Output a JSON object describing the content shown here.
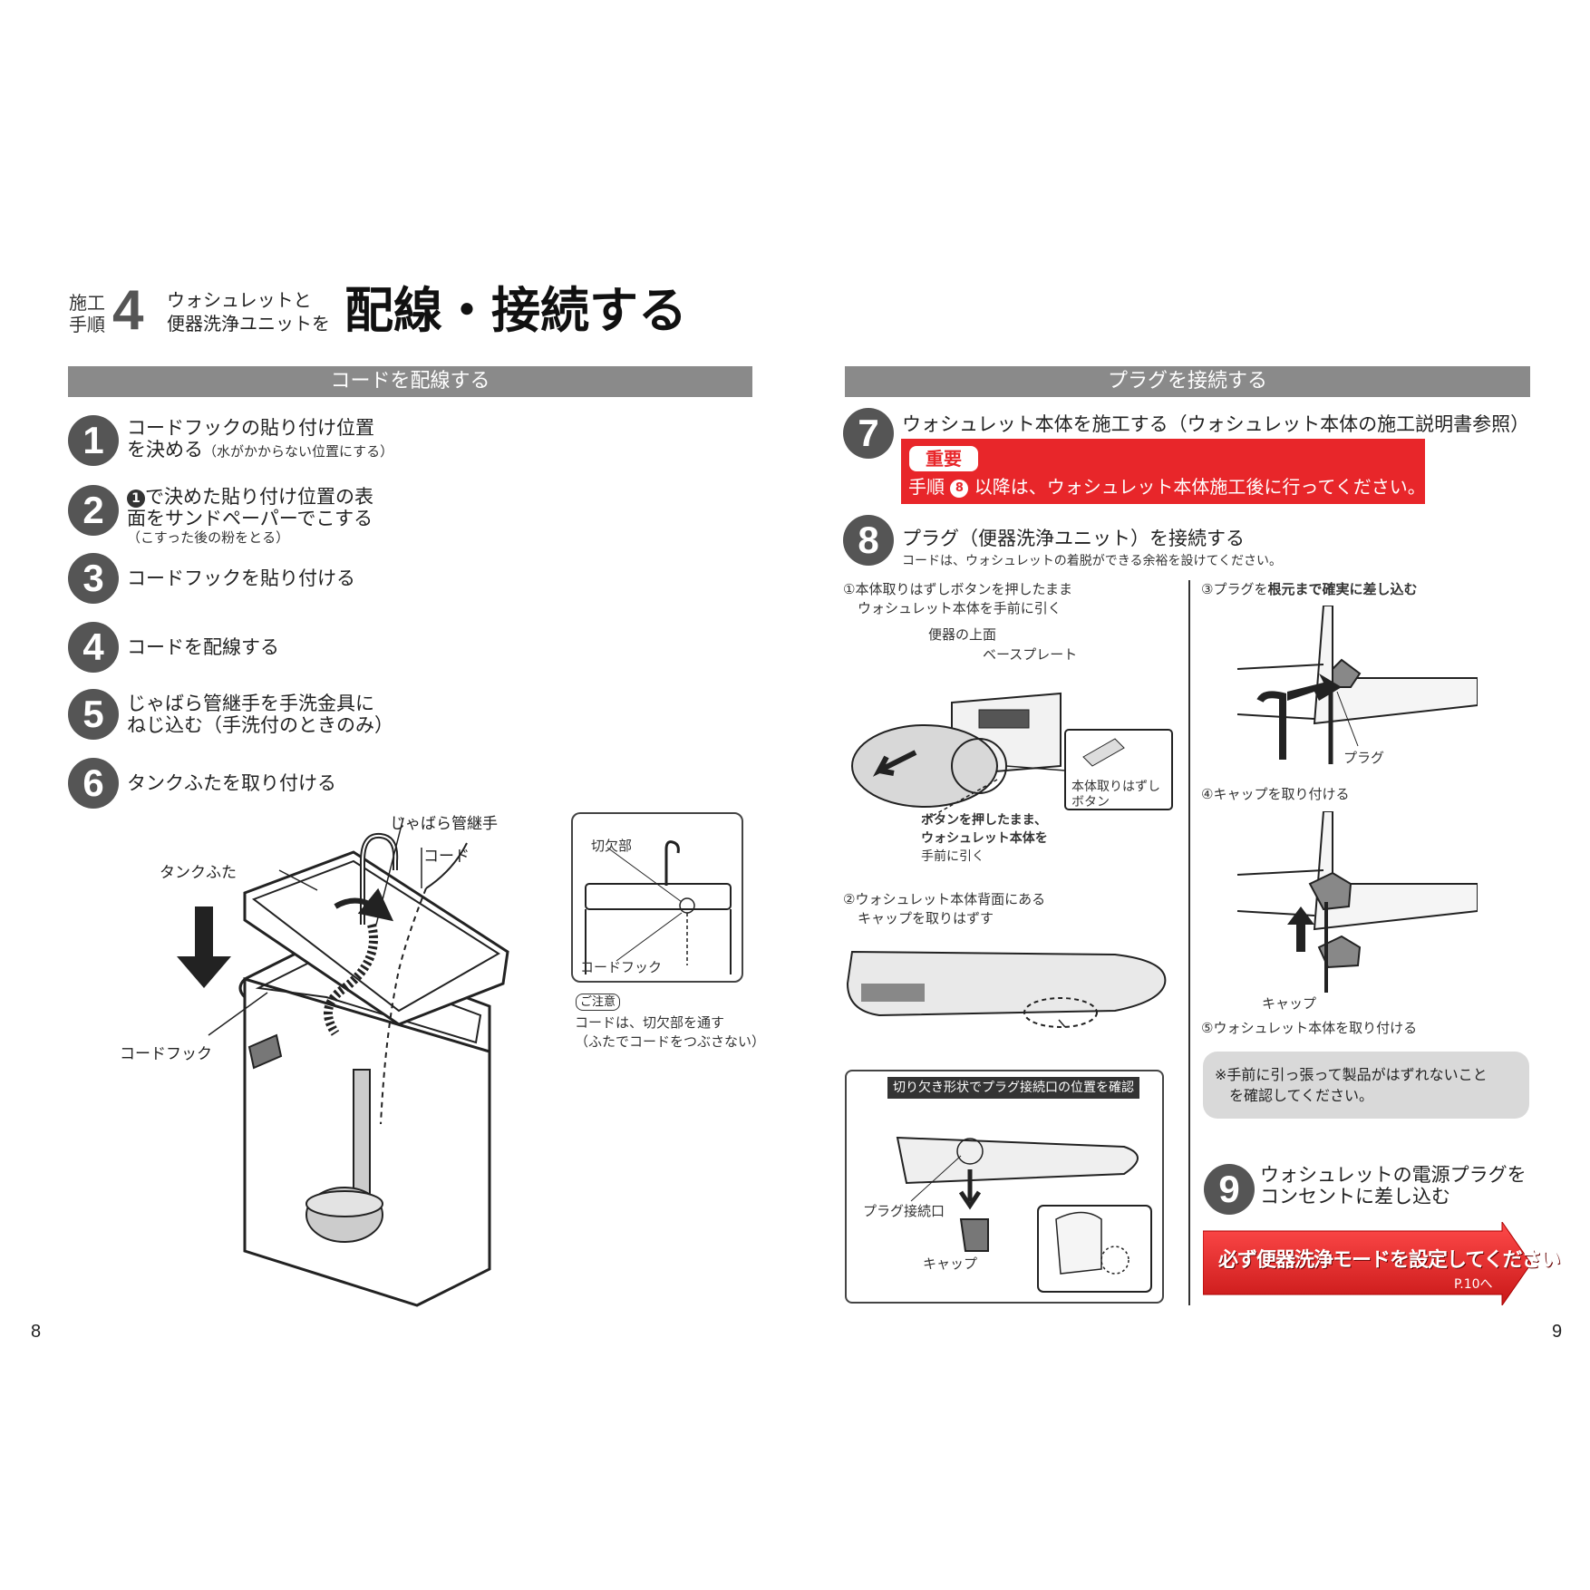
{
  "header": {
    "kanji_top": "施工",
    "kanji_bottom": "手順",
    "step_number": "4",
    "subtitle_line1": "ウォシュレットと",
    "subtitle_line2": "便器洗浄ユニットを",
    "title": "配線・接続する"
  },
  "left": {
    "section_title": "コードを配線する",
    "steps": [
      {
        "num": "1",
        "line1": "コードフックの貼り付け位置",
        "line2": "を決める",
        "note": "（水がかからない位置にする）"
      },
      {
        "num": "2",
        "ref": "1",
        "line1": "で決めた貼り付け位置の表",
        "line2": "面をサンドペーパーでこする",
        "note": "（こすった後の粉をとる）"
      },
      {
        "num": "3",
        "line1": "コードフックを貼り付ける"
      },
      {
        "num": "4",
        "line1": "コードを配線する"
      },
      {
        "num": "5",
        "line1": "じゃばら管継手を手洗金具に",
        "line2": "ねじ込む（手洗付のときのみ）"
      },
      {
        "num": "6",
        "line1": "タンクふたを取り付ける"
      }
    ],
    "diagram_labels": {
      "jabara": "じゃばら管継手",
      "cord": "コード",
      "tank_lid": "タンクふた",
      "cord_hook": "コードフック"
    },
    "inset": {
      "notch": "切欠部",
      "cord_hook": "コードフック",
      "caution_badge": "ご注意",
      "caution_line1": "コードは、切欠部を通す",
      "caution_line2": "（ふたでコードをつぶさない）"
    },
    "page_number": "8"
  },
  "right": {
    "section_title": "プラグを接続する",
    "step7": {
      "num": "7",
      "text": "ウォシュレット本体を施工する（ウォシュレット本体の施工説明書参照）"
    },
    "important": {
      "badge": "重要",
      "prefix": "手順",
      "ref": "8",
      "text": "以降は、ウォシュレット本体施工後に行ってください。"
    },
    "step8": {
      "num": "8",
      "text": "プラグ（便器洗浄ユニット）を接続する",
      "note": "コードは、ウォシュレットの着脱ができる余裕を設けてください。"
    },
    "sub1": {
      "line1": "①本体取りはずしボタンを押したまま",
      "line2": "ウォシュレット本体を手前に引く"
    },
    "sub1_labels": {
      "bowl_top": "便器の上面",
      "base_plate": "ベースプレート",
      "release_line1": "本体取りはずし",
      "release_line2": "ボタン",
      "press1": "ボタンを押したまま、",
      "press2": "ウォシュレット本体を",
      "press3": "手前に引く"
    },
    "sub2": {
      "line1": "②ウォシュレット本体背面にある",
      "line2": "キャップを取りはずす"
    },
    "sub2_labels": {
      "notch_confirm": "切り欠き形状でプラグ接続口の位置を確認",
      "plug_port": "プラグ接続口",
      "cap": "キャップ"
    },
    "sub3": {
      "prefix": "③プラグを",
      "bold": "根元まで確実に差し込む"
    },
    "sub3_labels": {
      "plug": "プラグ"
    },
    "sub4": "④キャップを取り付ける",
    "sub4_labels": {
      "cap": "キャップ"
    },
    "sub5": "⑤ウォシュレット本体を取り付ける",
    "notice": {
      "line1": "※手前に引っ張って製品がはずれないこと",
      "line2": "を確認してください。"
    },
    "step9": {
      "num": "9",
      "line1": "ウォシュレットの電源プラグを",
      "line2": "コンセントに差し込む"
    },
    "banner": {
      "text": "必ず便器洗浄モードを設定してください",
      "ref": "P.10へ"
    },
    "page_number": "9"
  },
  "colors": {
    "section_bar": "#8a8a8a",
    "number_circle": "#555555",
    "important_red": "#e8262a",
    "notice_bg": "#d9d9d9"
  }
}
